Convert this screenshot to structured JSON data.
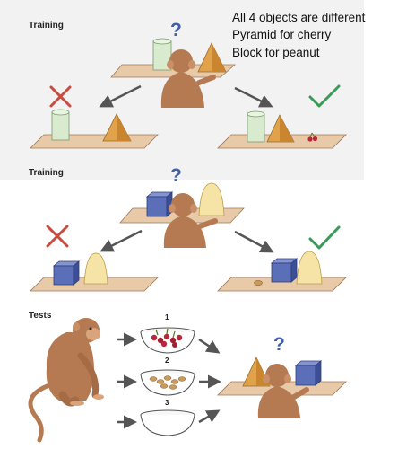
{
  "section_training_1": "Training",
  "section_training_2": "Training",
  "section_tests": "Tests",
  "notes": [
    "All 4 objects are different",
    "Pyramid for cherry",
    "Block for peanut"
  ],
  "question_mark": "?",
  "bowls": [
    "1",
    "2",
    "3"
  ],
  "colors": {
    "panel_bg": "#f2f2f2",
    "cross": "#c94a3f",
    "check": "#3a9a58",
    "question": "#3f5fa8",
    "pyramid": "#e0a24a",
    "cylinder": "#d8ebcf",
    "cube": "#5a6fb8",
    "cone": "#f6e3a6",
    "shelf": "#e8c9a8",
    "monkey": "#b57a52"
  },
  "icons": [
    "cross-icon",
    "check-icon",
    "question-icon",
    "arrow-icon",
    "monkey-icon",
    "bowl-icon"
  ]
}
